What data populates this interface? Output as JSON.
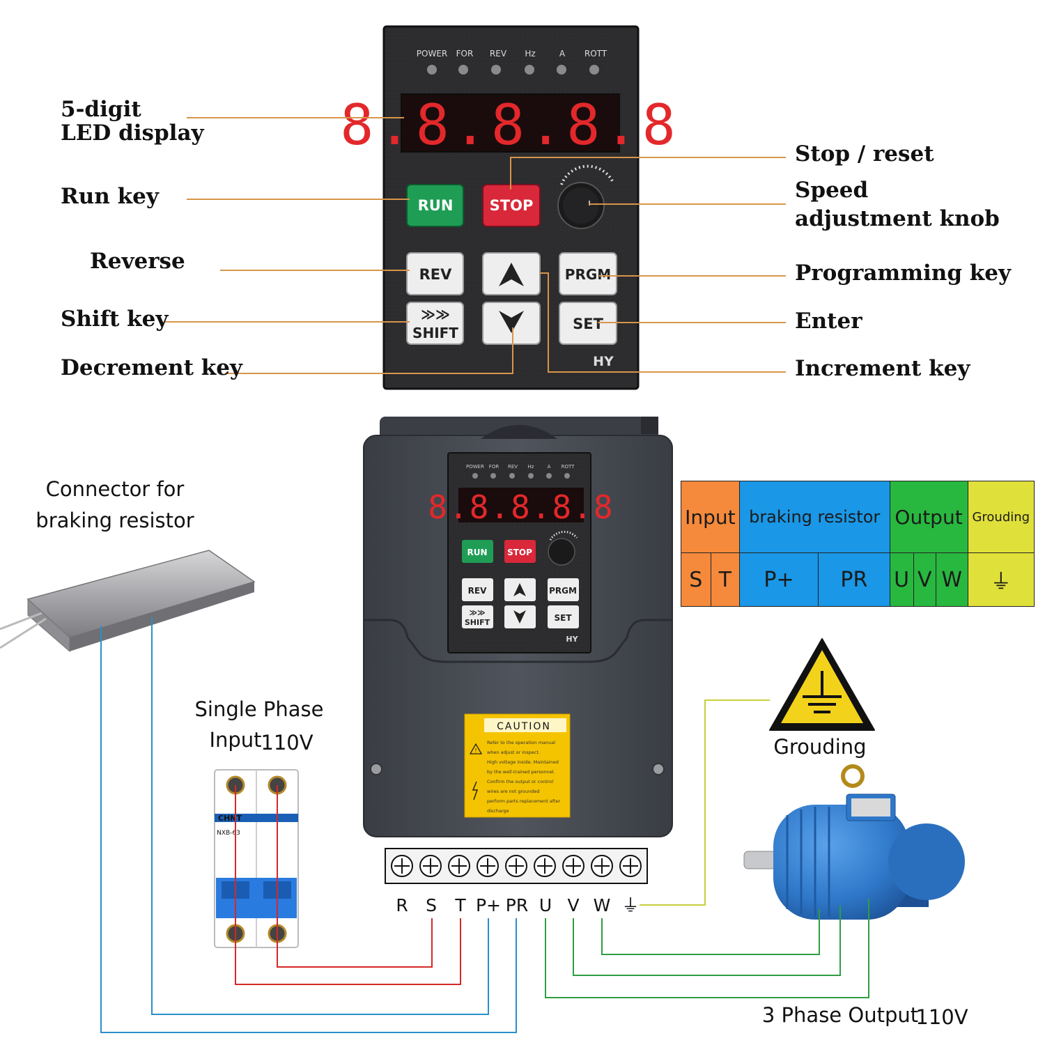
{
  "panel": {
    "indicators": [
      "POWER",
      "FOR",
      "REV",
      "Hz",
      "A",
      "ROTT"
    ],
    "display": "8.8.8.8.8",
    "keys": {
      "run": "RUN",
      "stop": "STOP",
      "rev": "REV",
      "prgm": "PRGM",
      "shift_arrows": "≫≫",
      "shift": "SHIFT",
      "set": "SET"
    },
    "brand": "HY"
  },
  "callouts": {
    "led_display_1": "5-digit",
    "led_display_2": "LED display",
    "run_key": "Run key",
    "reverse": "Reverse",
    "shift_key": "Shift key",
    "decrement_key": "Decrement key",
    "stop_reset": "Stop / reset",
    "speed_knob_1": "Speed",
    "speed_knob_2": "adjustment knob",
    "programming_key": "Programming key",
    "enter": "Enter",
    "increment_key": "Increment key"
  },
  "labels": {
    "braking_connector_1": "Connector for",
    "braking_connector_2": "braking resistor",
    "single_phase_1": "Single Phase",
    "single_phase_2": "Input",
    "single_phase_voltage": "110V",
    "grounding": "Grouding",
    "three_phase": "3 Phase Output",
    "three_phase_voltage": "110V",
    "caution_title": "CAUTION",
    "caution_lines": [
      "Refer to the operation manual",
      "when adjust or inspect.",
      "High voltage inside. Maintained",
      "by the well-trained personnel.",
      "Confirm the output or control",
      "wires are not grounded",
      "perform parts replacement after",
      "discharge"
    ],
    "breaker_brand": "CHNT",
    "breaker_model": "NXB-63"
  },
  "terminals": [
    "R",
    "S",
    "T",
    "P+",
    "PR",
    "U",
    "V",
    "W",
    "⏚"
  ],
  "terminal_table": {
    "headers": [
      "Input",
      "braking resistor",
      "Output",
      "Grouding"
    ],
    "input": [
      "S",
      "T"
    ],
    "braking": [
      "P+",
      "PR"
    ],
    "output": [
      "U",
      "V",
      "W"
    ],
    "ground": "⏚"
  },
  "colors": {
    "leader_line": "#d9954a",
    "wire_red": "#d62828",
    "wire_blue": "#2a8fc9",
    "wire_green": "#2f9e44",
    "wire_yellow": "#c7cf3a",
    "run_button": "#1f9d55",
    "stop_button": "#d8283a",
    "led": "#e3282b",
    "motor": "#2f78c9",
    "panel": "#2a2a2c",
    "housing": "#474a52"
  }
}
